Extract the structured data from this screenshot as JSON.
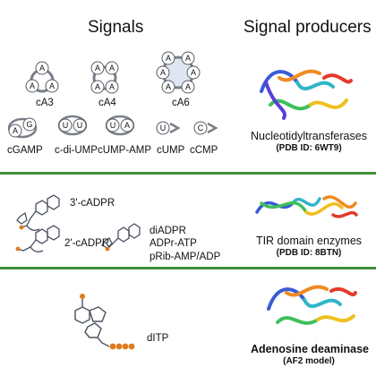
{
  "headers": {
    "signals": "Signals",
    "producers": "Signal producers"
  },
  "nucleotide_letter": "A",
  "signals_row1": [
    "cA3",
    "cA4",
    "cA6"
  ],
  "signals_row2": {
    "cgamp": {
      "label": "cGAMP",
      "letters": [
        "A",
        "G"
      ]
    },
    "cdiump": {
      "label": "c-di-UMP",
      "letters": [
        "U",
        "U"
      ]
    },
    "cumpamp": {
      "label": "cUMP-AMP",
      "letters": [
        "U",
        "A"
      ]
    },
    "cump": {
      "label": "cUMP",
      "letter": "U"
    },
    "ccmp": {
      "label": "cCMP",
      "letter": "C"
    }
  },
  "adpr": {
    "a3": "3'-cADPR",
    "a2": "2'-cADPR",
    "others": [
      "diADPR",
      "ADPr-ATP",
      "pRib-AMP/ADP"
    ]
  },
  "ditp": "dITP",
  "producers": [
    {
      "name": "Nucleotidyltransferases",
      "source": "(PDB ID: 6WT9)"
    },
    {
      "name": "TIR domain enzymes",
      "source": "(PDB ID: 8BTN)"
    },
    {
      "name": "Adenosine deaminase",
      "source": "(AF2 model)"
    }
  ],
  "colors": {
    "divider": "#3f8f3a",
    "ring": "#7a7f87",
    "ring_fill": "#dfe6f2",
    "orange": "#e07a1f"
  }
}
